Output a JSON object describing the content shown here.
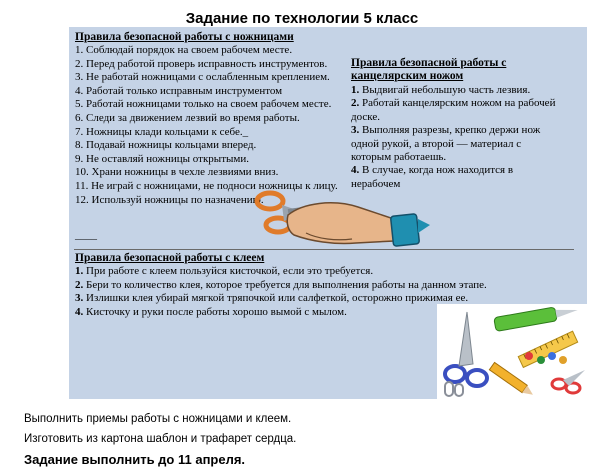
{
  "header": {
    "title": "Задание по технологии 5 класс"
  },
  "scissors_section": {
    "title": "Правила безопасной работы с ножницами",
    "items": [
      "1. Соблюдай порядок на своем рабочем месте.",
      "2. Перед работой проверь исправность инструментов.",
      "3. Не работай ножницами с ослабленным креплением.",
      "4.  Работай только исправным инструментом",
      "5.  Работай ножницами только на своем рабочем месте.",
      "6. Следи за движением лезвий во время работы.",
      "7. Ножницы клади кольцами к себе._",
      "8.  Подавай ножницы кольцами вперед.",
      "9. Не оставляй ножницы открытыми.",
      "10.  Храни ножницы в чехле лезвиями вниз.",
      "11. Не играй с ножницами, не подноси ножницы к лицу.",
      "12. Используй ножницы по назначению."
    ],
    "blank_line": "____"
  },
  "knife_section": {
    "title": "Правила безопасной работы с канцелярским ножом",
    "items": [
      {
        "num": "1.",
        "text": " Выдвигай небольшую часть лезвия."
      },
      {
        "num": "2.",
        "text": " Работай канцелярским ножом на рабочей доске."
      },
      {
        "num": "3.",
        "text": "  Выполняя разрезы, крепко держи нож одной рукой, а второй — материал с которым работаешь."
      },
      {
        "num": "4.",
        "text": "  В случае, когда нож находится в нерабочем"
      }
    ]
  },
  "glue_section": {
    "title": "Правила безопасной работы с клеем",
    "items": [
      {
        "num": "1.",
        "text": " При работе с клеем пользуйся кисточкой, если это требуется."
      },
      {
        "num": "2.",
        "text": "  Бери то количество клея, которое требуется для выполнения работы на данном этапе."
      },
      {
        "num": "3.",
        "text": "  Излишки клея убирай мягкой тряпочкой или салфеткой, осторожно прижимая ее."
      },
      {
        "num": "4.",
        "text": " Кисточку и руки после работы хорошо вымой с мылом."
      }
    ]
  },
  "footer": {
    "line1": "Выполнить  приемы работы  с ножницами и клеем.",
    "line2": "Изготовить  из картона шаблон  и трафарет сердца.",
    "deadline": "Задание выполнить до 11 апреля."
  },
  "colors": {
    "panel": "#c5d3e6",
    "scissor_orange": "#e07b2a",
    "cuff": "#1f8fb0"
  },
  "icons": [
    "hand-with-scissors-illustration",
    "stationery-tools-illustration"
  ]
}
